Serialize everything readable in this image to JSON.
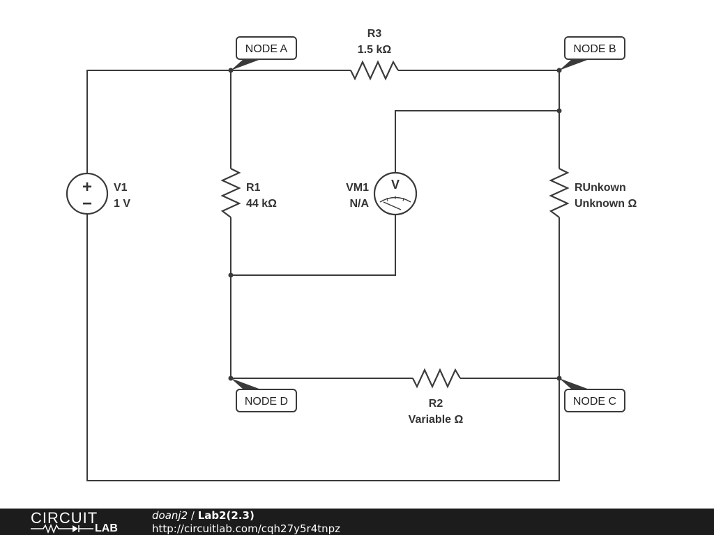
{
  "components": {
    "v1": {
      "name": "V1",
      "value": "1 V",
      "plus": "+",
      "minus": "−"
    },
    "r1": {
      "name": "R1",
      "value": "44 kΩ"
    },
    "r2": {
      "name": "R2",
      "value": "Variable Ω"
    },
    "r3": {
      "name": "R3",
      "value": "1.5 kΩ"
    },
    "runknown": {
      "name": "RUnkown",
      "value": "Unknown Ω"
    },
    "vm1": {
      "name": "VM1",
      "value": "N/A",
      "symbol": "V"
    }
  },
  "nodes": {
    "a": "NODE A",
    "b": "NODE B",
    "c": "NODE C",
    "d": "NODE D"
  },
  "footer": {
    "logo_top": "CIRCUIT",
    "logo_bottom": "LAB",
    "author": "doanj2",
    "separator": " / ",
    "title": "Lab2(2.3)",
    "url": "http://circuitlab.com/cqh27y5r4tnpz"
  },
  "colors": {
    "wire": "#3a3a3a",
    "footer_bg": "#1c1c1c",
    "text": "#333333"
  }
}
